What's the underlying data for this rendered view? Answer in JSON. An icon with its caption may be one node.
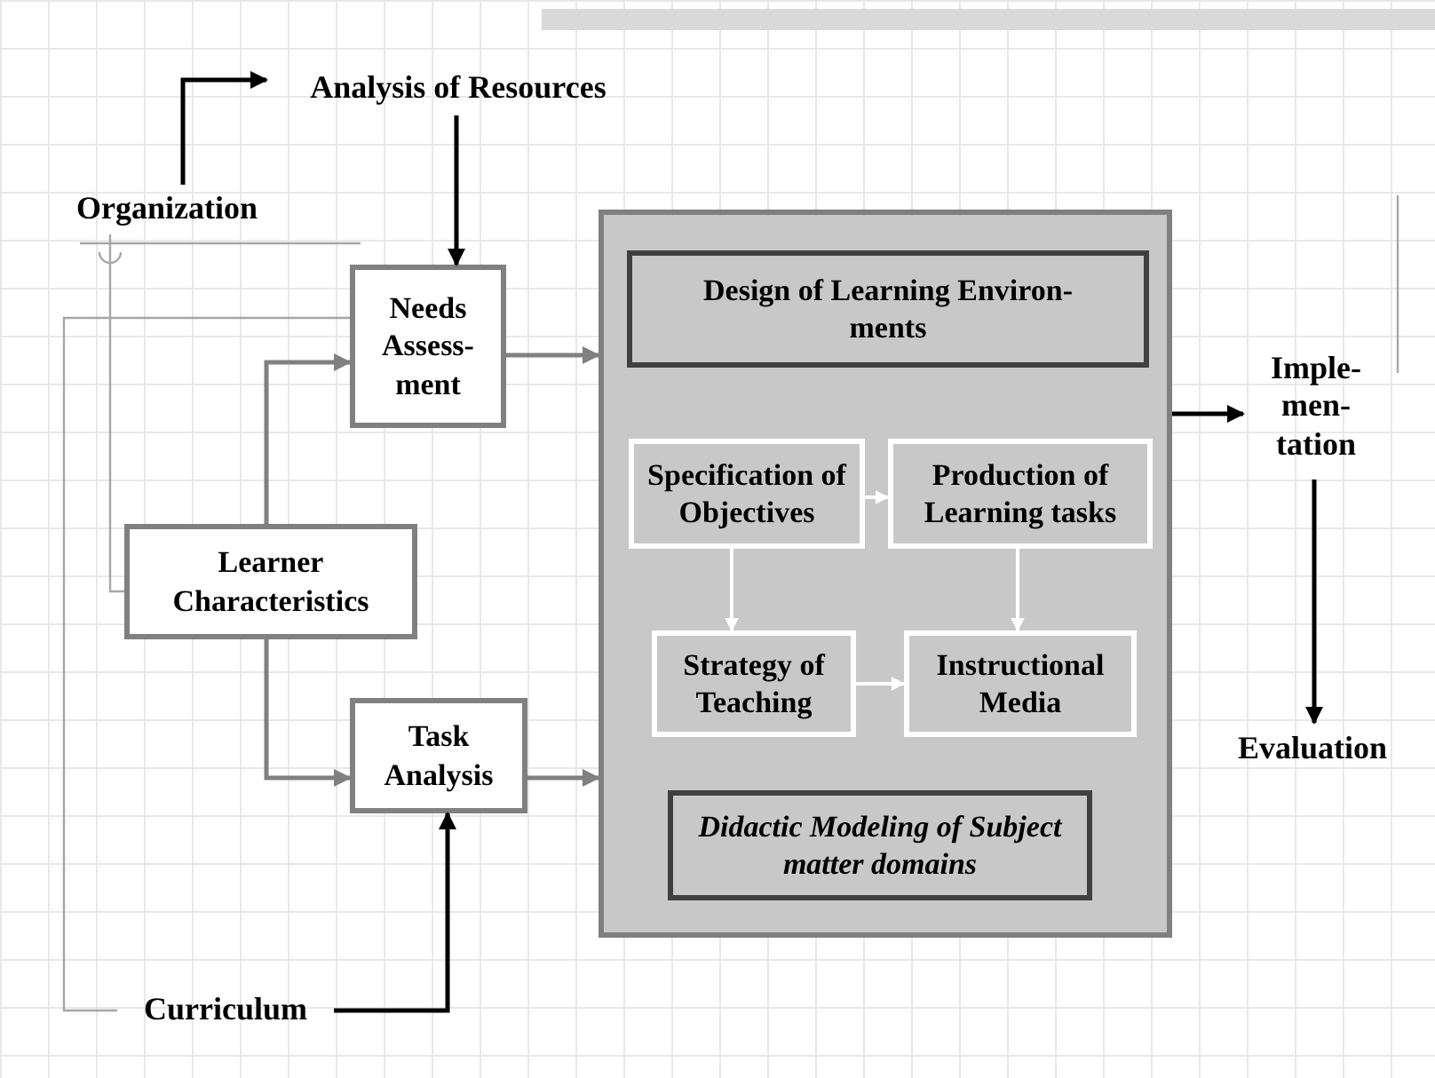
{
  "diagram": {
    "nodes": [
      {
        "text": [
          "Analysis of Resources"
        ]
      },
      {
        "text": [
          "Organization"
        ]
      },
      {
        "text": [
          "Needs Assess- ment"
        ]
      },
      {
        "text": [
          "Learner Characteristics"
        ]
      },
      {
        "text": [
          "Task Analysis"
        ]
      },
      {
        "text": [
          "Curriculum"
        ]
      },
      {
        "text": [],
        "shape": "box"
      },
      {
        "text": [
          "Design of Learning Environ- ments"
        ],
        "in": 6
      },
      {
        "text": [
          "Specification of Objectives"
        ],
        "in": 6
      },
      {
        "text": [
          "Production of Learning tasks"
        ],
        "in": 6
      },
      {
        "text": [
          "Strategy of Teaching"
        ],
        "in": 6
      },
      {
        "text": [
          "Instructional Media"
        ],
        "in": 6
      },
      {
        "text": [
          "Didactic Modeling of Subject matter domains"
        ],
        "in": 6
      },
      {
        "text": [
          "Imple- men- tation"
        ]
      },
      {
        "text": [
          "Evaluation"
        ]
      }
    ],
    "edges": [
      {
        "from": 1,
        "to": 0,
        "arrow": "to"
      },
      {
        "from": 0,
        "to": 2,
        "arrow": "to"
      },
      {
        "from": 3,
        "to": 2,
        "arrow": "to",
        "color": "#808080"
      },
      {
        "from": 3,
        "to": 4,
        "arrow": "to",
        "color": "#808080"
      },
      {
        "from": 5,
        "to": 4,
        "arrow": "to"
      },
      {
        "from": 2,
        "to": 6,
        "arrow": "to",
        "color": "#808080"
      },
      {
        "from": 4,
        "to": 6,
        "arrow": "to",
        "color": "#808080"
      },
      {
        "from": 6,
        "to": 13,
        "arrow": "to"
      },
      {
        "from": 13,
        "to": 14,
        "arrow": "to"
      },
      {
        "from": 8,
        "to": 9,
        "arrow": "to",
        "color": "#ffffff"
      },
      {
        "from": 8,
        "to": 10,
        "arrow": "to",
        "color": "#ffffff"
      },
      {
        "from": 9,
        "to": 11,
        "arrow": "to",
        "color": "#ffffff"
      },
      {
        "from": 10,
        "to": 11,
        "arrow": "to",
        "color": "#ffffff"
      },
      {
        "from": 5,
        "to": 2,
        "arrow": "none",
        "color": "#a6a6a6"
      },
      {
        "from": 1,
        "to": 3,
        "arrow": "none",
        "color": "#a6a6a6"
      }
    ]
  }
}
